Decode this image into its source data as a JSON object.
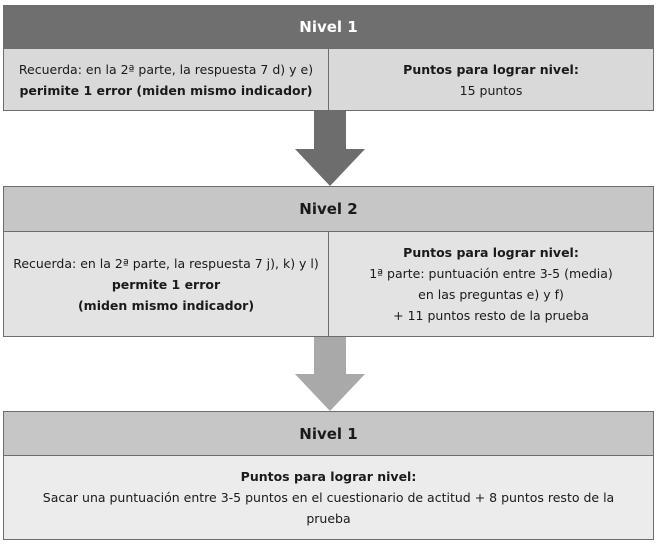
{
  "level1": {
    "title": "Nivel 1",
    "left_line1": "Recuerda: en la 2ª parte, la respuesta 7 d) y e)",
    "left_line2": "perimite 1 error (miden mismo indicador)",
    "right_title": "Puntos para lograr nivel:",
    "right_line1": "15 puntos"
  },
  "level2": {
    "title": "Nivel 2",
    "left_line1": "Recuerda: en la 2ª parte, la respuesta 7 j), k) y l)",
    "left_line2": "permite 1 error",
    "left_line3": "(miden mismo indicador)",
    "right_title": "Puntos para lograr nivel:",
    "right_line1": "1ª parte: puntuación entre 3-5 (media)",
    "right_line2": "en las preguntas e) y f)",
    "right_line3": "+ 11 puntos resto de la  prueba"
  },
  "level3": {
    "title": "Nivel 1",
    "subtitle": "Puntos para lograr nivel:",
    "line1": "Sacar una puntuación entre 3-5 puntos en el cuestionario de actitud + 8 puntos resto de la",
    "line2": "prueba"
  },
  "colors": {
    "arrow_dark": "#6d6d6d",
    "arrow_light": "#a9a9a9",
    "header_dark": "#6f6f6f",
    "header_light": "#c6c6c6"
  }
}
